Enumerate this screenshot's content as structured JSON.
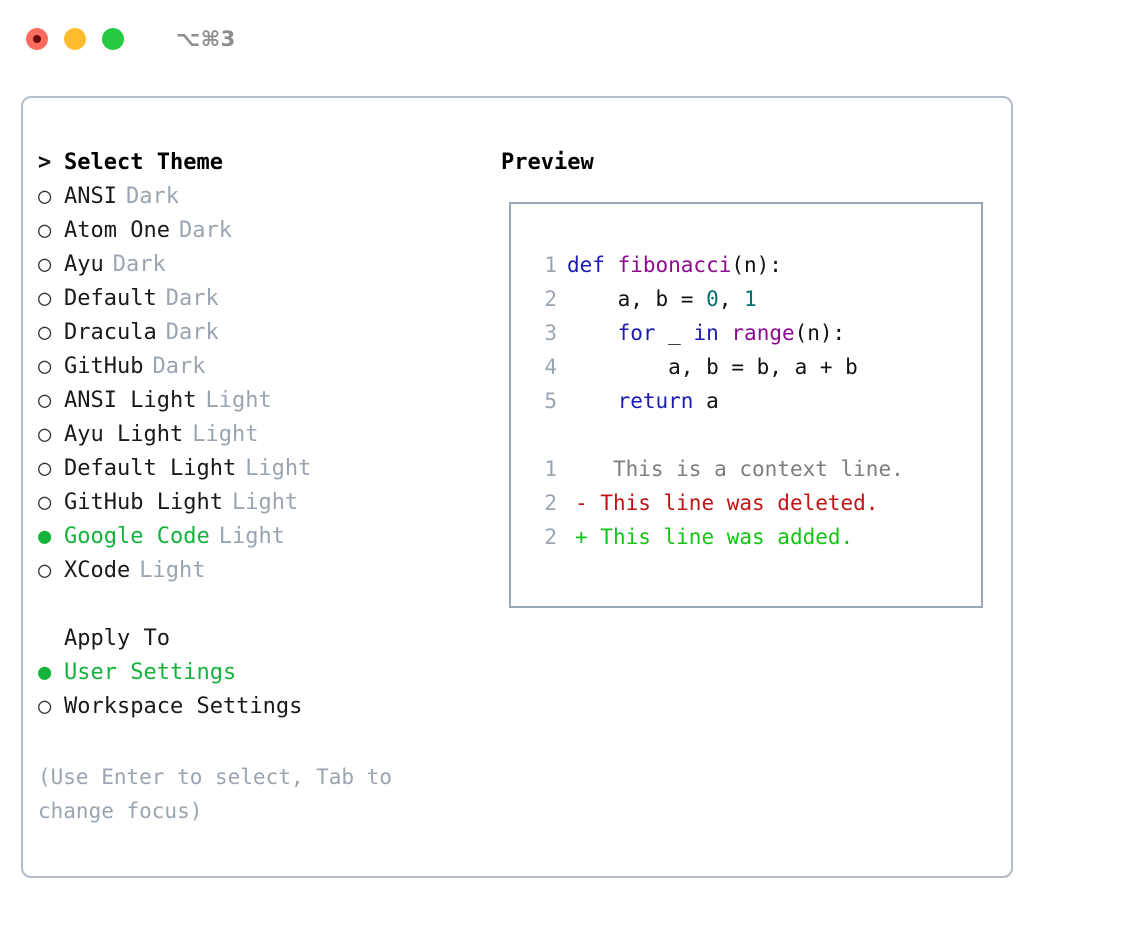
{
  "window": {
    "shortcut": "⌥⌘3",
    "traffic_lights": [
      {
        "name": "close",
        "color": "#fc6b5f"
      },
      {
        "name": "minimize",
        "color": "#fdbc2e"
      },
      {
        "name": "maximize",
        "color": "#26c93f"
      }
    ]
  },
  "theme_selector": {
    "header": {
      "caret": ">",
      "label": "Select Theme"
    },
    "items": [
      {
        "bullet": "○",
        "label": "ANSI",
        "tag": "Dark",
        "selected": false
      },
      {
        "bullet": "○",
        "label": "Atom One",
        "tag": "Dark",
        "selected": false
      },
      {
        "bullet": "○",
        "label": "Ayu",
        "tag": "Dark",
        "selected": false
      },
      {
        "bullet": "○",
        "label": "Default",
        "tag": "Dark",
        "selected": false
      },
      {
        "bullet": "○",
        "label": "Dracula",
        "tag": "Dark",
        "selected": false
      },
      {
        "bullet": "○",
        "label": "GitHub",
        "tag": "Dark",
        "selected": false
      },
      {
        "bullet": "○",
        "label": "ANSI Light",
        "tag": "Light",
        "selected": false
      },
      {
        "bullet": "○",
        "label": "Ayu Light",
        "tag": "Light",
        "selected": false
      },
      {
        "bullet": "○",
        "label": "Default Light",
        "tag": "Light",
        "selected": false
      },
      {
        "bullet": "○",
        "label": "GitHub Light",
        "tag": "Light",
        "selected": false
      },
      {
        "bullet": "●",
        "label": "Google Code",
        "tag": "Light",
        "selected": true
      },
      {
        "bullet": "○",
        "label": "XCode",
        "tag": "Light",
        "selected": false
      }
    ]
  },
  "apply_to": {
    "header": {
      "label": "Apply To"
    },
    "items": [
      {
        "bullet": "●",
        "label": "User Settings",
        "selected": true
      },
      {
        "bullet": "○",
        "label": "Workspace Settings",
        "selected": false
      }
    ]
  },
  "help_text": "(Use Enter to select, Tab to change focus)",
  "preview": {
    "title": "Preview",
    "code_lines": [
      {
        "number": "1",
        "tokens": [
          {
            "text": "def ",
            "type": "kw"
          },
          {
            "text": "fibonacci",
            "type": "fn"
          },
          {
            "text": "(n):",
            "type": "plain"
          }
        ]
      },
      {
        "number": "2",
        "tokens": [
          {
            "text": "    a, b = ",
            "type": "plain"
          },
          {
            "text": "0",
            "type": "num"
          },
          {
            "text": ", ",
            "type": "plain"
          },
          {
            "text": "1",
            "type": "num"
          }
        ]
      },
      {
        "number": "3",
        "tokens": [
          {
            "text": "    ",
            "type": "plain"
          },
          {
            "text": "for",
            "type": "kw"
          },
          {
            "text": " _ ",
            "type": "plain"
          },
          {
            "text": "in",
            "type": "kw"
          },
          {
            "text": " ",
            "type": "plain"
          },
          {
            "text": "range",
            "type": "fn"
          },
          {
            "text": "(n):",
            "type": "plain"
          }
        ]
      },
      {
        "number": "4",
        "tokens": [
          {
            "text": "        a, b = b, a + b",
            "type": "plain"
          }
        ]
      },
      {
        "number": "5",
        "tokens": [
          {
            "text": "    ",
            "type": "plain"
          },
          {
            "text": "return",
            "type": "kw"
          },
          {
            "text": " a",
            "type": "plain"
          }
        ]
      }
    ],
    "diff_lines": [
      {
        "number": "1",
        "marker": " ",
        "text": "  This is a context line.",
        "type": "ctx"
      },
      {
        "number": "2",
        "marker": "-",
        "text": " This line was deleted.",
        "type": "del"
      },
      {
        "number": "2",
        "marker": "+",
        "text": " This line was added.",
        "type": "add"
      }
    ]
  },
  "colors": {
    "accent_green": "#14b33c",
    "muted_gray": "#9aa5b1",
    "panel_border": "#b4bcc8",
    "preview_border": "#9aa7b5",
    "keyword_blue": "#1c1cb5",
    "function_magenta": "#8e0a8e",
    "number_teal": "#00706e",
    "diff_delete_red": "#c01414",
    "diff_add_green": "#14c414"
  }
}
